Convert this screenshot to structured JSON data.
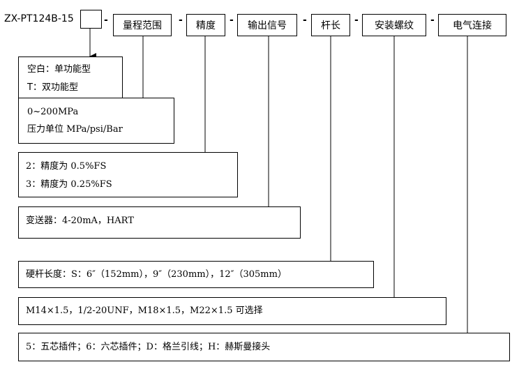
{
  "model_code": "ZX-PT124B-15",
  "separator": "-",
  "headers": [
    "量程范围",
    "精度",
    "输出信号",
    "杆长",
    "安装螺纹",
    "电气连接"
  ],
  "function_options": {
    "line1": "空白：单功能型",
    "line2": "T：双功能型"
  },
  "range_options": {
    "line1": "0~200MPa",
    "line2": "压力单位 MPa/psi/Bar"
  },
  "accuracy_options": {
    "line1": "2：精度为 0.5%FS",
    "line2": "3：精度为 0.25%FS"
  },
  "output_options": {
    "line1": "变送器：4-20mA，HART"
  },
  "rod_options": {
    "line1": "硬杆长度：S：6″（152mm），9″（230mm），12″（305mm）"
  },
  "thread_options": {
    "line1": "M14×1.5，1/2-20UNF，M18×1.5，M22×1.5 可选择"
  },
  "electrical_options": {
    "line1": "5：五芯插件；6：六芯插件；D：格兰引线；H：赫斯曼接头"
  },
  "colors": {
    "line": "#000000",
    "background": "#ffffff"
  }
}
